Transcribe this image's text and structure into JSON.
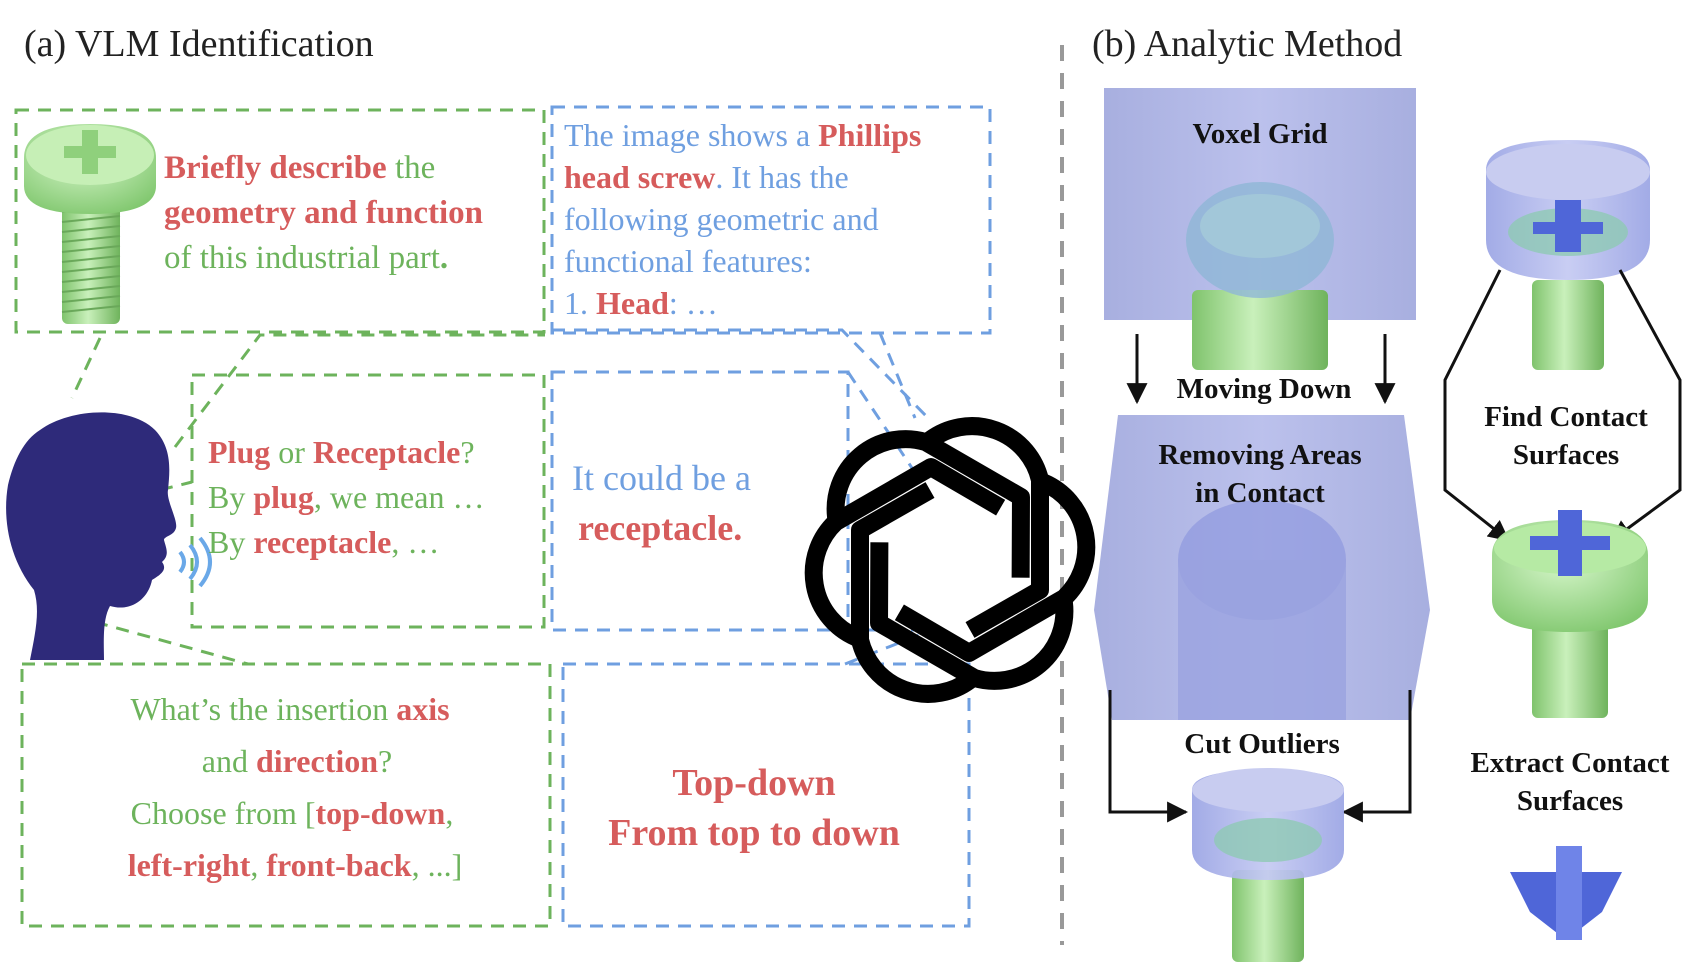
{
  "panel_a": {
    "title": "(a) VLM Identification",
    "q1": {
      "line1_red": "Briefly describe",
      "line1_green": " the",
      "line2_red": "geometry and function",
      "line3_green": "of this industrial part",
      "line3_end": "."
    },
    "a1": {
      "l1_blue": "The image shows a ",
      "l1_red": "Phillips",
      "l2_red": "head screw",
      "l2_blue": ". It has the",
      "l3_blue": "following geometric and",
      "l4_blue": "functional features:",
      "l5_blue": "1. ",
      "l5_red": "Head",
      "l5_tail": ": …"
    },
    "q2": {
      "l1_red_a": "Plug",
      "l1_green": " or ",
      "l1_red_b": "Receptacle",
      "l1_q": "?",
      "l2_green_a": "By ",
      "l2_red": "plug",
      "l2_green_b": ", we mean …",
      "l3_green_a": "By ",
      "l3_red": "receptacle",
      "l3_green_b": ", …"
    },
    "a2": {
      "l1_blue": "It could be a",
      "l2_red": "receptacle."
    },
    "q3": {
      "l1_green": "What’s the insertion ",
      "l1_red": "axis",
      "l2_green_a": "and ",
      "l2_red": "direction",
      "l2_green_b": "?",
      "l3_green": "Choose from [",
      "l3_red": "top-down",
      "l3_comma": ",",
      "l4_red_a": "left-right",
      "l4_comma": ", ",
      "l4_red_b": "front-back",
      "l4_tail": ", ...]"
    },
    "a3": {
      "l1": "Top-down",
      "l2": "From top to down"
    }
  },
  "panel_b": {
    "title": "(b) Analytic Method",
    "voxel_grid": "Voxel Grid",
    "moving_down": "Moving Down",
    "removing_l1": "Removing Areas",
    "removing_l2": "in Contact",
    "cut_outliers": "Cut Outliers",
    "find_l1": "Find Contact",
    "find_l2": "Surfaces",
    "extract_l1": "Extract Contact",
    "extract_l2": "Surfaces"
  },
  "colors": {
    "green": "#6db35c",
    "red": "#d65c5c",
    "blue": "#6f9fe0",
    "navy": "#2e2a7a",
    "voxel": "#aab0e0",
    "screw_green": "#9edc8c"
  }
}
